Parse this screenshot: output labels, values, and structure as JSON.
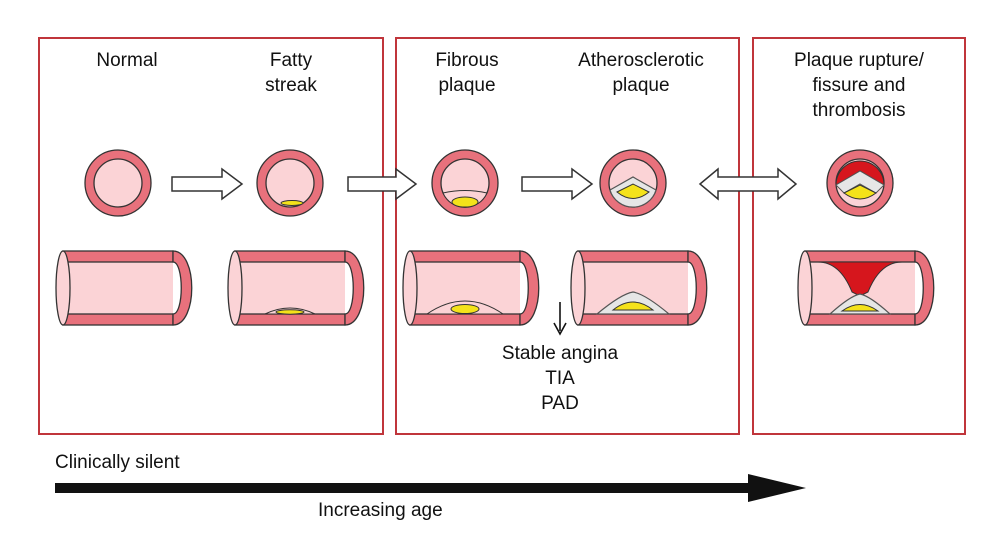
{
  "stages": [
    {
      "id": "normal",
      "label": "Normal"
    },
    {
      "id": "fatty-streak",
      "label": "Fatty\nstreak"
    },
    {
      "id": "fibrous-plaque",
      "label": "Fibrous\nplaque"
    },
    {
      "id": "atherosclerotic-plaque",
      "label": "Atherosclerotic\nplaque"
    },
    {
      "id": "plaque-rupture",
      "label": "Plaque rupture/\nfissure and\nthrombosis"
    }
  ],
  "outcomes": [
    "Stable angina",
    "TIA",
    "PAD"
  ],
  "timeline": {
    "top_label": "Clinically silent",
    "bottom_label": "Increasing age"
  },
  "colors": {
    "border": "#c0353b",
    "vessel_wall": "#e8717c",
    "lumen": "#fbd3d6",
    "lipid": "#f4e21a",
    "thrombus": "#d6161d",
    "cap": "#e6e6e6",
    "arrow": "#111111"
  }
}
